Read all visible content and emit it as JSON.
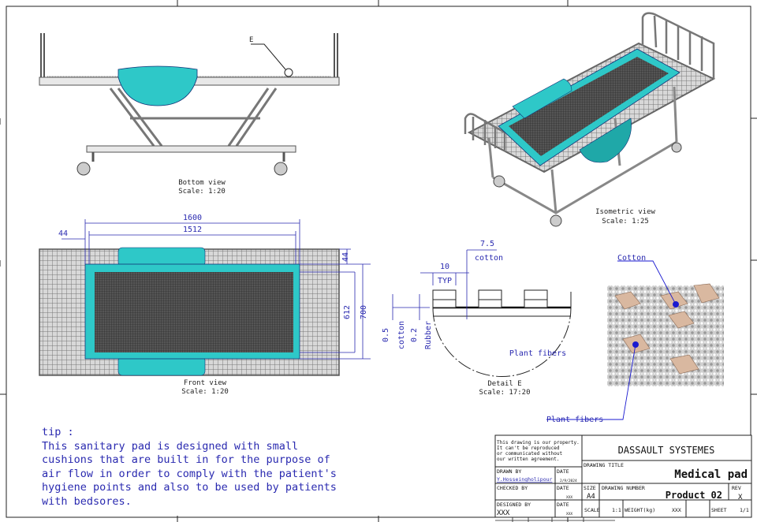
{
  "bottom_view": {
    "callout": "E",
    "title": "Bottom view",
    "scale": "Scale:  1:20"
  },
  "isometric_view": {
    "title": "Isometric view",
    "scale": "Scale:  1:25"
  },
  "front_view": {
    "title": "Front view",
    "scale": "Scale:  1:20",
    "dimensions": {
      "overall_length": "1600",
      "pad_length": "1512",
      "left_offset": "44",
      "top_offset": "44",
      "pad_width": "612",
      "overall_width": "700"
    }
  },
  "detail_e": {
    "title": "Detail E",
    "scale": "Scale:  17:20",
    "dimensions": {
      "cushion_width": "10",
      "typ": "TYP",
      "cotton_height": "7.5",
      "cotton_label": "cotton",
      "base_cotton": "0.5",
      "base_cotton_label": "cotton",
      "rubber": "0.2",
      "rubber_label": "Rubber",
      "plant_fibers": "Plant fibers"
    }
  },
  "photo": {
    "cotton_label": "Cotton",
    "plant_fibers_label": "Plant fibers"
  },
  "tip": {
    "heading": "tip :",
    "lines": [
      "This sanitary pad is designed with small",
      "cushions that are built in for the purpose of",
      "air flow in order to comply with the patient's",
      "hygiene points and also to be used by patients",
      "with bedsores."
    ]
  },
  "title_block": {
    "notice": [
      "This drawing is our property.",
      "It can't be reproduced",
      "or communicated without",
      "our written agreement."
    ],
    "company": "DASSAULT SYSTEMES",
    "drawn_by_label": "DRAWN BY",
    "drawn_by": "Y.Hosseingholipour",
    "date_label": "DATE",
    "drawn_date": "2/9/2024",
    "checked_by_label": "CHECKED BY",
    "checked_date": "XXX",
    "designed_by_label": "DESIGNED BY",
    "designed_by": "XXX",
    "designed_date": "XXX",
    "drawing_title_label": "DRAWING TITLE",
    "drawing_title": "Medical pad",
    "size_label": "SIZE",
    "size": "A4",
    "drawing_number_label": "DRAWING NUMBER",
    "drawing_number": "Product 02",
    "rev_label": "REV",
    "rev": "X",
    "scale_label": "SCALE",
    "scale": "1:1",
    "weight_label": "WEIGHT(kg)",
    "weight": "XXX",
    "sheet_label": "SHEET",
    "sheet": "1/1"
  },
  "colors": {
    "pad": "#2ec8c8",
    "dimension": "#2a2ab0",
    "frame": "#9a9a9a"
  }
}
